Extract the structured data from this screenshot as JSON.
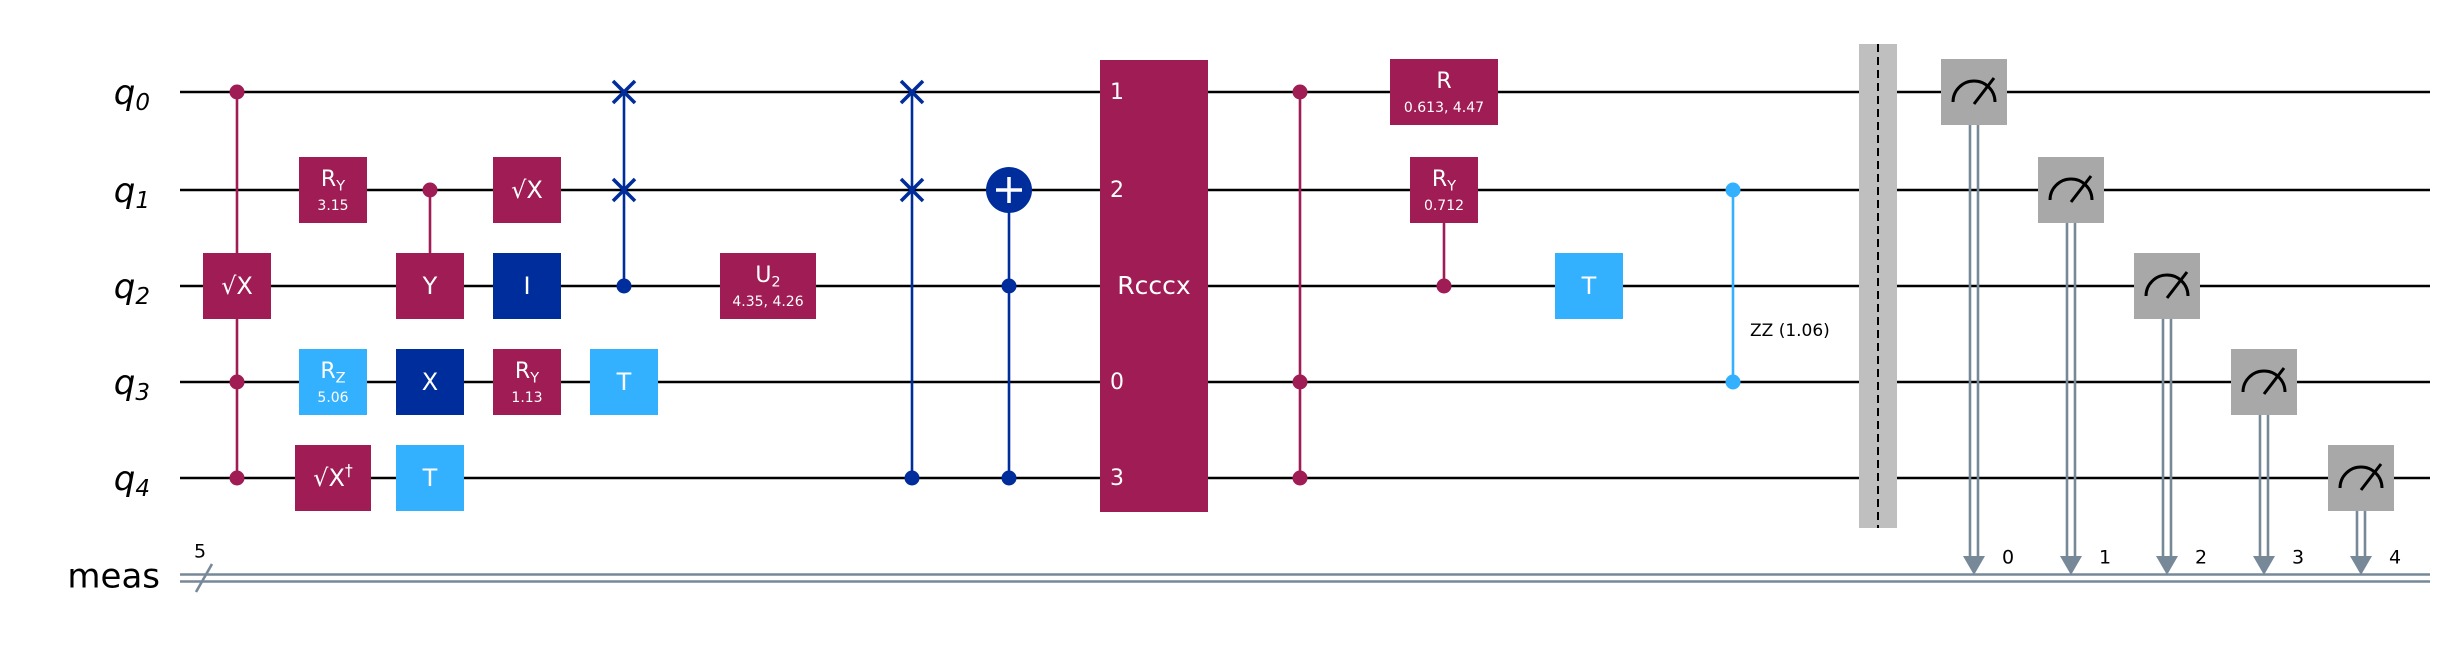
{
  "colors": {
    "magenta": "#9F1C54",
    "blue": "#002D9C",
    "cyan": "#33B1FF",
    "gray": "#A8A8A8",
    "barrier": "#BFBFBF",
    "classical": "#778899"
  },
  "qubits": [
    {
      "base": "q",
      "sub": "0"
    },
    {
      "base": "q",
      "sub": "1"
    },
    {
      "base": "q",
      "sub": "2"
    },
    {
      "base": "q",
      "sub": "3"
    },
    {
      "base": "q",
      "sub": "4"
    }
  ],
  "creg": {
    "label": "meas",
    "size": "5"
  },
  "gates": {
    "sx_q2": {
      "label": "√X"
    },
    "ry_q1": {
      "label": "R",
      "sub": "Y",
      "param": "3.15"
    },
    "rz_q3": {
      "label": "R",
      "sub": "Z",
      "param": "5.06"
    },
    "sxdg_q4": {
      "label": "√X",
      "sup": "†"
    },
    "cy_target": {
      "label": "Y"
    },
    "x_q3": {
      "label": "X"
    },
    "t_q4": {
      "label": "T"
    },
    "sx_q1": {
      "label": "√X"
    },
    "i_q2": {
      "label": "I"
    },
    "ry_q3": {
      "label": "R",
      "sub": "Y",
      "param": "1.13"
    },
    "t_q3": {
      "label": "T"
    },
    "u2_q2": {
      "label": "U",
      "sub": "2",
      "param": "4.35, 4.26"
    },
    "rcccx": {
      "label": "Rcccx",
      "ports": [
        "1",
        "2",
        "0",
        "3"
      ]
    },
    "r_q0": {
      "label": "R",
      "param": "0.613, 4.47"
    },
    "cry_q1": {
      "label": "R",
      "sub": "Y",
      "param": "0.712"
    },
    "t_q2": {
      "label": "T"
    },
    "rzz": {
      "label": "ZZ (1.06)"
    }
  },
  "measure_bits": [
    "0",
    "1",
    "2",
    "3",
    "4"
  ]
}
